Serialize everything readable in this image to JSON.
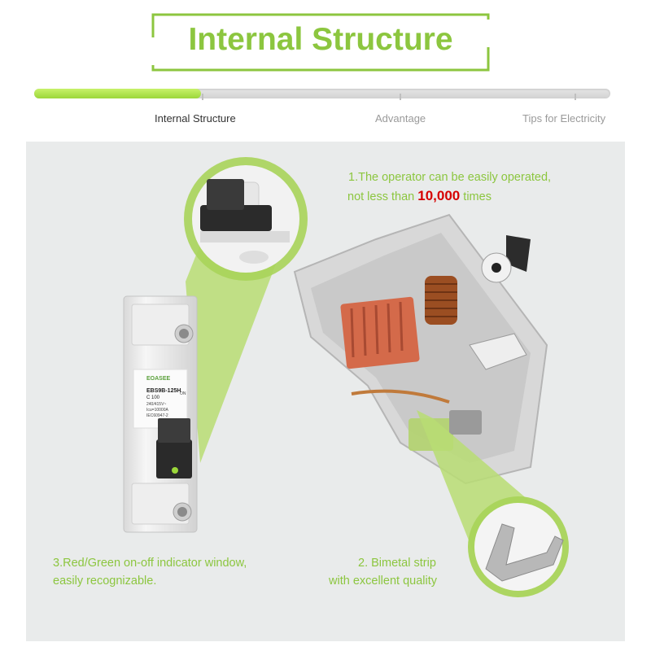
{
  "header": {
    "title": "Internal Structure"
  },
  "colors": {
    "accent": "#8cc63f",
    "highlight": "#d60000",
    "panel": "#e9ebeb"
  },
  "progress": {
    "value_fraction": 0.29
  },
  "tabs": [
    {
      "label": "Internal Structure",
      "active": true
    },
    {
      "label": "Advantage",
      "active": false
    },
    {
      "label": "Tips for Electricity",
      "active": false
    }
  ],
  "product": {
    "brand": "EOASEE",
    "model": "EBS9B-125H",
    "rating": "C 100",
    "voltage": "240/415V~",
    "breaking": "Icu=10000A",
    "standard": "IEC60947-2",
    "on_label": "ON"
  },
  "captions": {
    "operator_line1": "1.The operator can be easily operated,",
    "operator_prefix": "not less than",
    "operator_count": "10,000",
    "operator_suffix": "times",
    "bimetal_line1": "2. Bimetal strip",
    "bimetal_line2": "with excellent quality",
    "indicator_line1": "3.Red/Green on-off indicator window,",
    "indicator_line2": "easily recognizable."
  }
}
